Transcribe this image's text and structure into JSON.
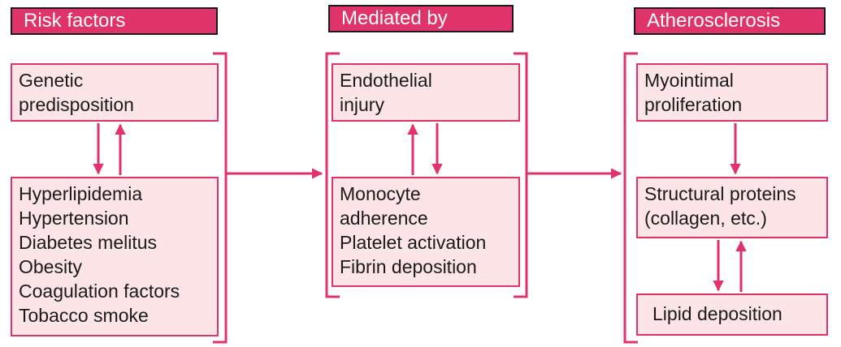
{
  "columns": {
    "risk": {
      "header": "Risk factors",
      "top_box": [
        "Genetic",
        "predisposition"
      ],
      "bottom_box": [
        "Hyperlipidemia",
        "Hypertension",
        "Diabetes melitus",
        "Obesity",
        "Coagulation factors",
        "Tobacco smoke"
      ]
    },
    "mediated": {
      "header": "Mediated by",
      "top_box": [
        "Endothelial",
        "injury"
      ],
      "bottom_box": [
        "Monocyte",
        "adherence",
        "Platelet activation",
        "Fibrin deposition"
      ]
    },
    "athero": {
      "header": "Atherosclerosis",
      "top_box": [
        "Myointimal",
        "proliferation"
      ],
      "middle_box": [
        "Structural proteins",
        "(collagen, etc.)"
      ],
      "bottom_box": [
        "Lipid deposition"
      ]
    }
  },
  "colors": {
    "accent": "#e0336a",
    "box_fill": "#fde4e7",
    "header_border": "#1a1a1a"
  }
}
